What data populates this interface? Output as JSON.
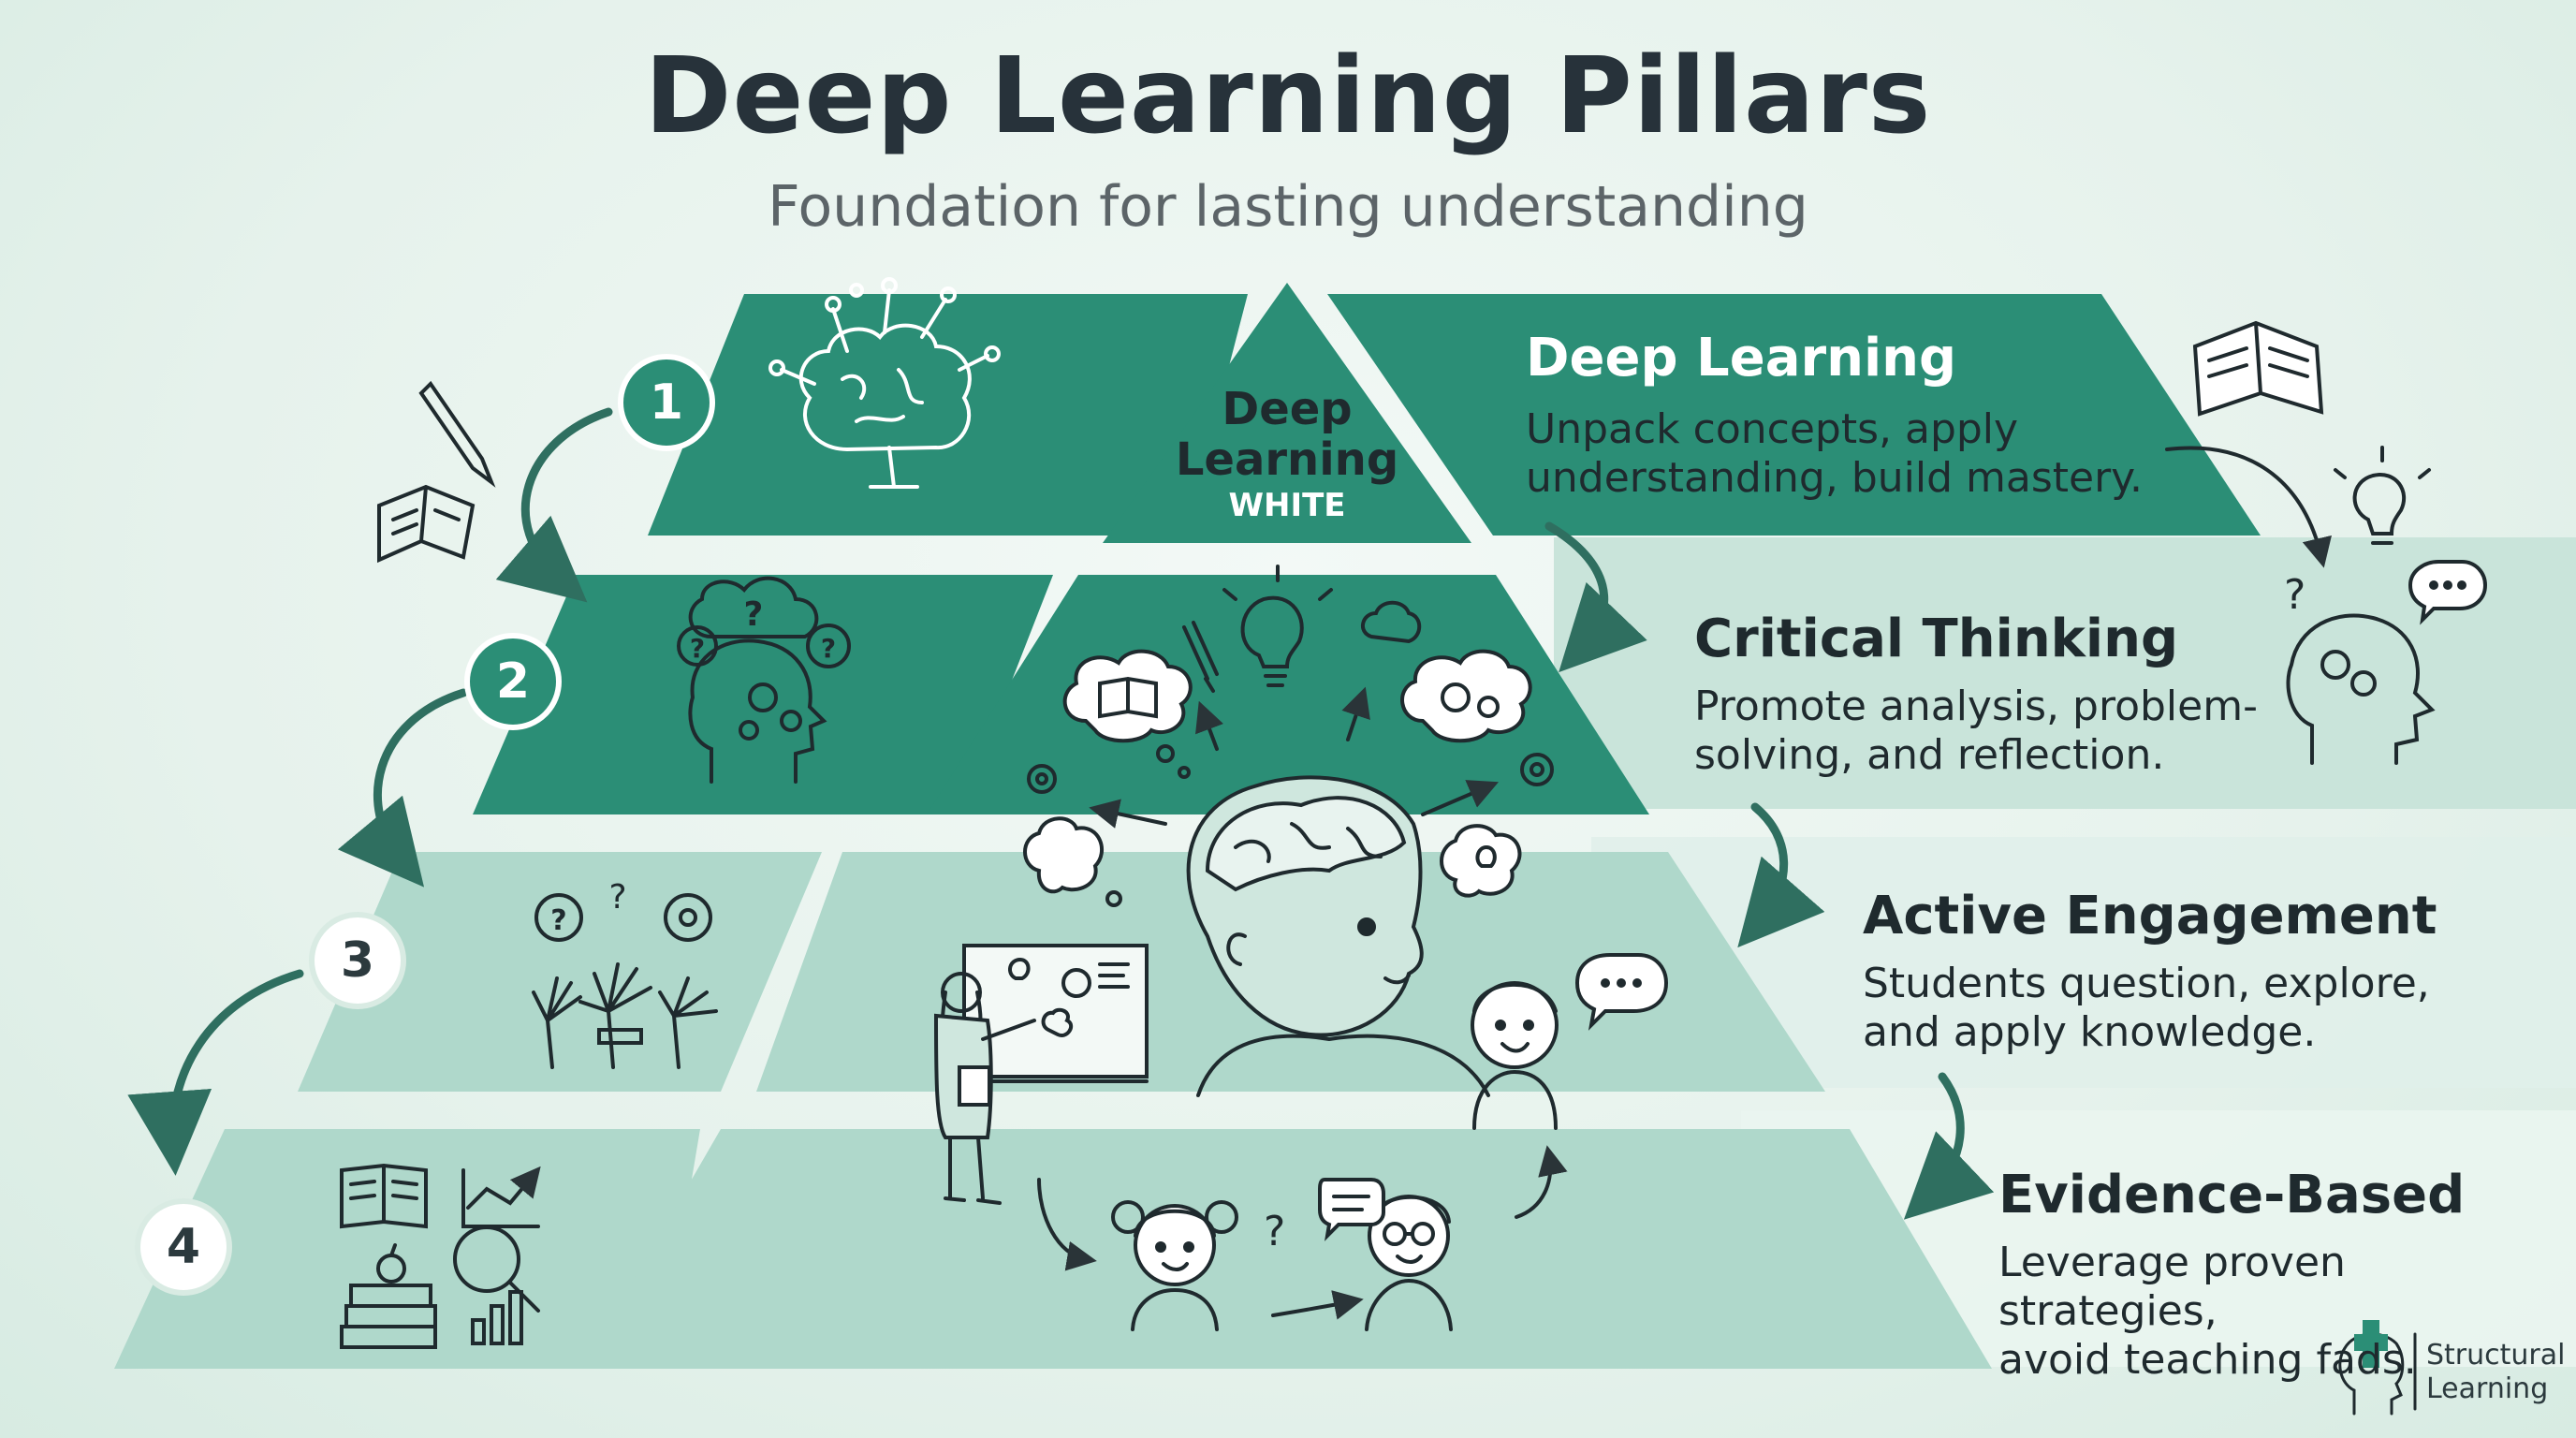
{
  "header": {
    "title": "Deep Learning Pillars",
    "subtitle": "Foundation for lasting understanding"
  },
  "peak": {
    "line1": "Deep",
    "line2": "Learning",
    "line3": "WHITE"
  },
  "tiers": [
    {
      "number": "1",
      "title": "Deep Learning",
      "desc_line1": "Unpack concepts, apply",
      "desc_line2": "understanding, build mastery.",
      "icon": "brain-circuit-icon"
    },
    {
      "number": "2",
      "title": "Critical Thinking",
      "desc_line1": "Promote analysis, problem-",
      "desc_line2": "solving, and reflection.",
      "icon": "thinking-head-icon"
    },
    {
      "number": "3",
      "title": "Active Engagement",
      "desc_line1": "Students question, explore,",
      "desc_line2": "and apply knowledge.",
      "icon": "raised-hands-icon"
    },
    {
      "number": "4",
      "title": "Evidence-Based",
      "desc_line1": "Leverage proven strategies,",
      "desc_line2": "avoid teaching fads.",
      "icon": "research-books-icon"
    }
  ],
  "brand": {
    "line1": "Structural",
    "line2": "Learning"
  },
  "colors": {
    "dark_green": "#2b8e76",
    "mid_green": "#afd8cb",
    "light_green": "#bfe2d6",
    "text": "#27323a"
  }
}
